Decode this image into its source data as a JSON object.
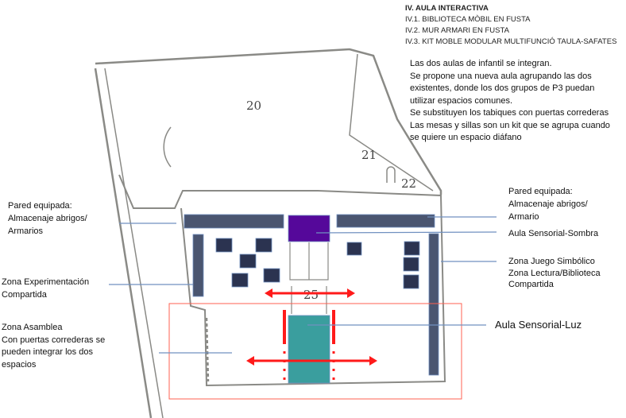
{
  "header": {
    "title": "IV. AULA INTERACTIVA",
    "items": [
      "IV.1. BIBLIOTECA MÒBIL EN FUSTA",
      "IV.2. MUR ARMARI EN FUSTA",
      "IV.3. KIT MOBLE MODULAR MULTIFUNCIÓ TAULA-SAFATES"
    ]
  },
  "description": [
    "Las dos aulas de infantil se integran.",
    "Se propone una nueva aula agrupando las dos",
    "existentes, donde los dos grupos de P3 puedan",
    "utilizar espacios comunes.",
    "Se substituyen los tabiques con puertas correderas",
    "Las mesas y sillas son un kit que se agrupa cuando",
    "se quiere un espacio diáfano"
  ],
  "labels": {
    "left_wall": [
      "Pared equipada:",
      "Almacenaje abrigos/",
      "Armarios"
    ],
    "experimentation": [
      "Zona Experimentación",
      "Compartida"
    ],
    "assembly": [
      "Zona Asamblea",
      "Con puertas correderas se",
      "pueden integrar los dos",
      "espacios"
    ],
    "right_wall": [
      "Pared equipada:",
      "Almacenaje abrigos/",
      "Armario"
    ],
    "sensorial_dark": "Aula Sensorial-Sombra",
    "symbolic": [
      "Zona Juego Simbólico",
      "Zona Lectura/Biblioteca",
      "Compartida"
    ],
    "sensorial_light": "Aula Sensorial-Luz"
  },
  "plan_numbers": {
    "room20": "20",
    "room21": "21",
    "room22": "22",
    "room25": "25"
  },
  "colors": {
    "furniture": "#4a5570",
    "table": "#2b3350",
    "purple": "#55089a",
    "teal": "#3a9e9e",
    "red": "#ff1a1a",
    "connector": "#7090c0",
    "wall": "#8a8a86"
  }
}
